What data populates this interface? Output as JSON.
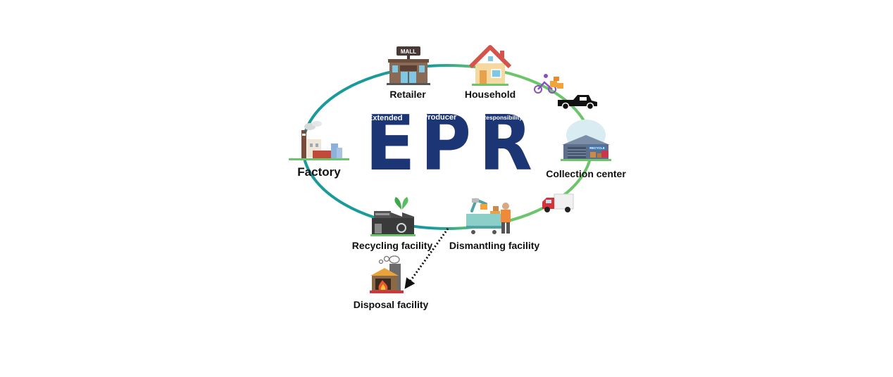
{
  "epr": {
    "letters": [
      "E",
      "P",
      "R"
    ],
    "words": [
      "Extended",
      "Producer",
      "Responsibility"
    ],
    "colors": {
      "letters": "#1c3575",
      "words": "#ffffff"
    }
  },
  "nodes": {
    "retailer": {
      "label": "Retailer",
      "sign": "MALL",
      "icon": "mall-building-icon"
    },
    "household": {
      "label": "Household",
      "icon": "house-icon"
    },
    "collection": {
      "label": "Collection center",
      "sign": "RECYCLE",
      "icon": "warehouse-icon"
    },
    "dismantling": {
      "label": "Dismantling facility",
      "icon": "robot-arm-worker-icon"
    },
    "recycling": {
      "label": "Recycling facility",
      "icon": "recycling-factory-icon"
    },
    "disposal": {
      "label": "Disposal facility",
      "icon": "incinerator-icon"
    },
    "factory": {
      "label": "Factory",
      "icon": "factory-icon"
    }
  },
  "vehicles": [
    "delivery-scooter-icon",
    "pickup-truck-icon",
    "box-truck-icon"
  ],
  "loop": {
    "colors": {
      "left": "#1a9b9b",
      "right": "#6cc56b"
    }
  },
  "disposal_link": {
    "style": "dotted-arrow",
    "color": "#111111"
  }
}
